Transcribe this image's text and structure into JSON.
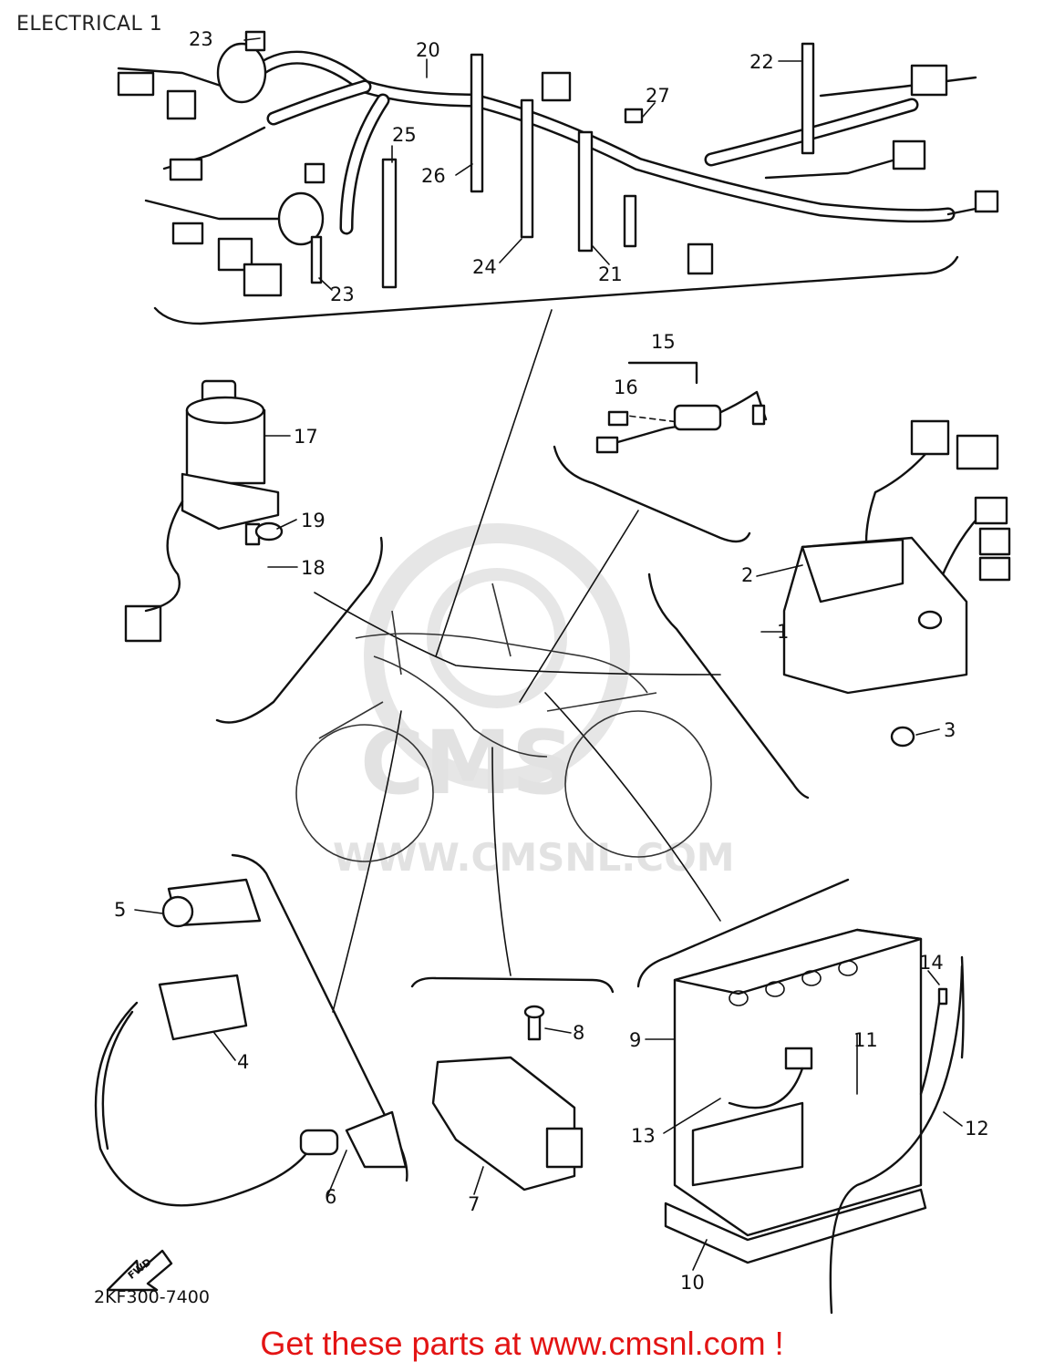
{
  "header": {
    "title": "ELECTRICAL 1"
  },
  "watermark": {
    "logo_text": "CMS",
    "url_text": "WWW.CMSNL.COM"
  },
  "callouts": {
    "c1": "1",
    "c2": "2",
    "c3": "3",
    "c4": "4",
    "c5": "5",
    "c6": "6",
    "c7": "7",
    "c8": "8",
    "c9": "9",
    "c10": "10",
    "c11": "11",
    "c12": "12",
    "c13": "13",
    "c14": "14",
    "c15": "15",
    "c16": "16",
    "c17": "17",
    "c18": "18",
    "c19": "19",
    "c20": "20",
    "c21": "21",
    "c22": "22",
    "c23a": "23",
    "c23b": "23",
    "c24": "24",
    "c25": "25",
    "c26": "26",
    "c27": "27"
  },
  "fwd_label": "FWD",
  "diagram_code": "2KF300-7400",
  "footer": {
    "cta": "Get these parts at www.cmsnl.com !",
    "cta_color": "#e31414"
  }
}
